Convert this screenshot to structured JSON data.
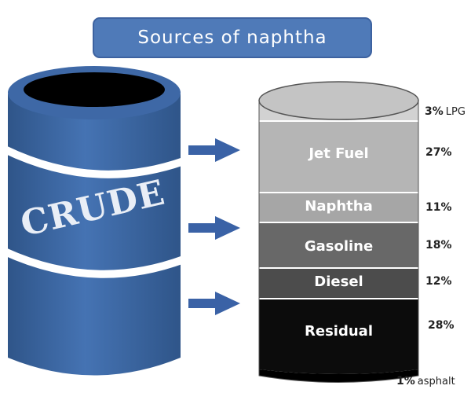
{
  "title": "Sources  of naphtha",
  "crude_label": "CRUDE",
  "colors": {
    "title_bg": "#4f7ab8",
    "title_border": "#3d62a0",
    "crude_barrel": "#3f6aa8",
    "crude_dark": "#2e5386",
    "arrow": "#3a62a6"
  },
  "segments": [
    {
      "name": "LPG",
      "label": "",
      "percent": "3%",
      "extra": "LPG",
      "color": "#d2d2d2"
    },
    {
      "name": "Jet Fuel",
      "label": "Jet Fuel",
      "percent": "27%",
      "extra": "",
      "color": "#b5b5b5"
    },
    {
      "name": "Naphtha",
      "label": "Naphtha",
      "percent": "11%",
      "extra": "",
      "color": "#a6a6a6"
    },
    {
      "name": "Gasoline",
      "label": "Gasoline",
      "percent": "18%",
      "extra": "",
      "color": "#686868"
    },
    {
      "name": "Diesel",
      "label": "Diesel",
      "percent": "12%",
      "extra": "",
      "color": "#4c4c4c"
    },
    {
      "name": "Residual",
      "label": "Residual",
      "percent": "28%",
      "extra": "",
      "color": "#0c0c0c"
    },
    {
      "name": "asphalt",
      "label": "",
      "percent": "1%",
      "extra": "asphalt",
      "color": "#000000"
    }
  ]
}
